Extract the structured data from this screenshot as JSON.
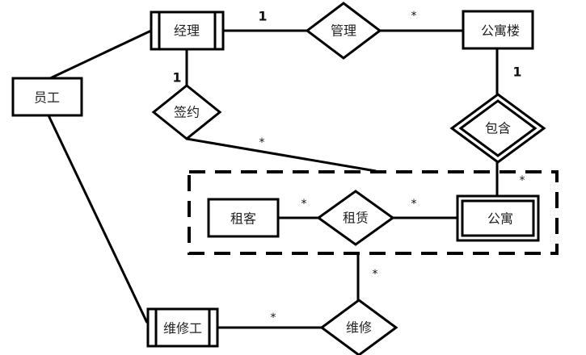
{
  "diagram": {
    "type": "ER diagram",
    "entities": {
      "manager": "经理",
      "employee": "员工",
      "building": "公寓楼",
      "tenant": "租客",
      "apartment": "公寓",
      "repairman": "维修工"
    },
    "relationships": {
      "manage": "管理",
      "sign": "签约",
      "contain": "包含",
      "rent": "租赁",
      "repair": "维修"
    },
    "cardinalities": {
      "manager_manage": "1",
      "manage_building": "*",
      "manager_sign": "1",
      "sign_aggregate": "*",
      "building_contain": "1",
      "contain_apartment": "*",
      "tenant_rent": "*",
      "rent_apartment": "*",
      "aggregate_repair": "*",
      "repairman_repair": "*"
    }
  }
}
